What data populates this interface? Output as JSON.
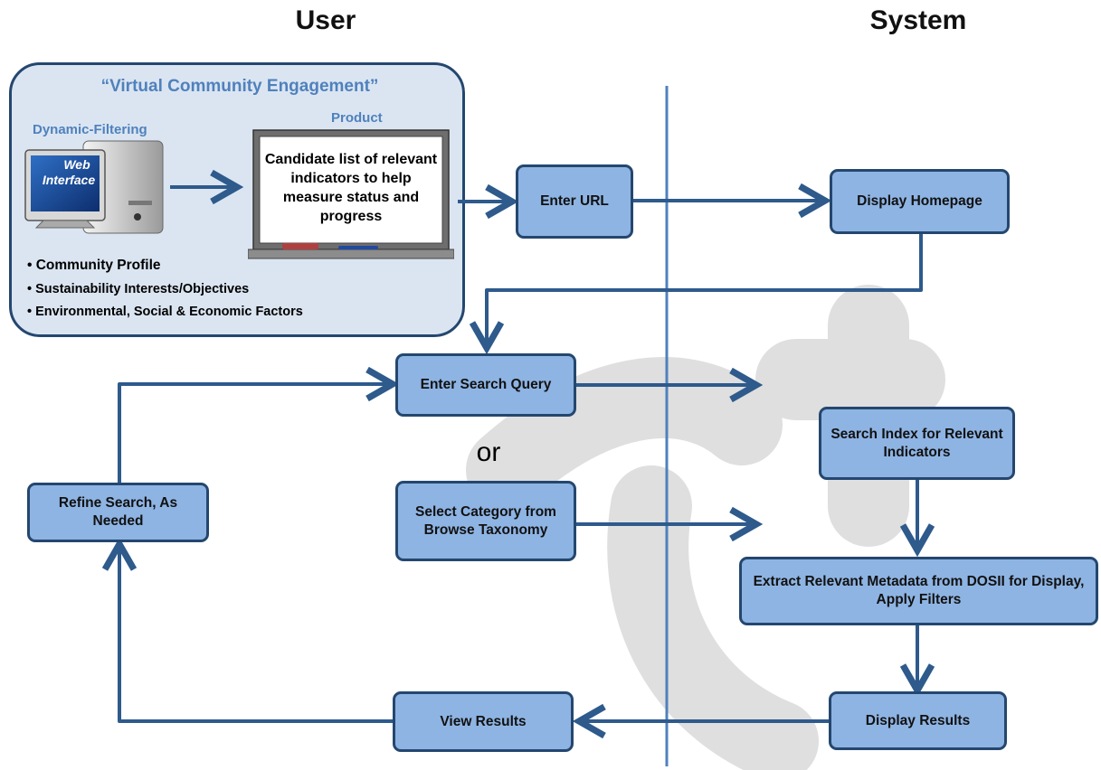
{
  "columns": {
    "user": "User",
    "system": "System"
  },
  "panel": {
    "title": "“Virtual Community Engagement”",
    "dynamic_filtering_label": "Dynamic-Filtering",
    "product_label": "Product",
    "monitor_text_line1": "Web",
    "monitor_text_line2": "Interface",
    "board_text": "Candidate list of relevant indicators to help measure status and progress",
    "bullets": [
      "Community Profile",
      "Sustainability Interests/Objectives",
      "Environmental, Social & Economic Factors"
    ]
  },
  "nodes": {
    "enter_url": "Enter URL",
    "display_homepage": "Display Homepage",
    "enter_search_query": "Enter Search Query",
    "or_label": "or",
    "select_category": "Select Category from Browse Taxonomy",
    "search_index": "Search Index for Relevant Indicators",
    "extract_metadata": "Extract Relevant Metadata from DOSII for Display, Apply Filters",
    "display_results": "Display Results",
    "view_results": "View Results",
    "refine_search": "Refine Search, As Needed"
  },
  "colors": {
    "box_fill": "#8eb4e3",
    "box_border": "#24476f",
    "panel_fill": "#dbe5f1",
    "arrow": "#2e5a8c",
    "divider": "#4f81bd",
    "label_blue": "#4f81bd",
    "watermark": "#d9d9d9"
  }
}
